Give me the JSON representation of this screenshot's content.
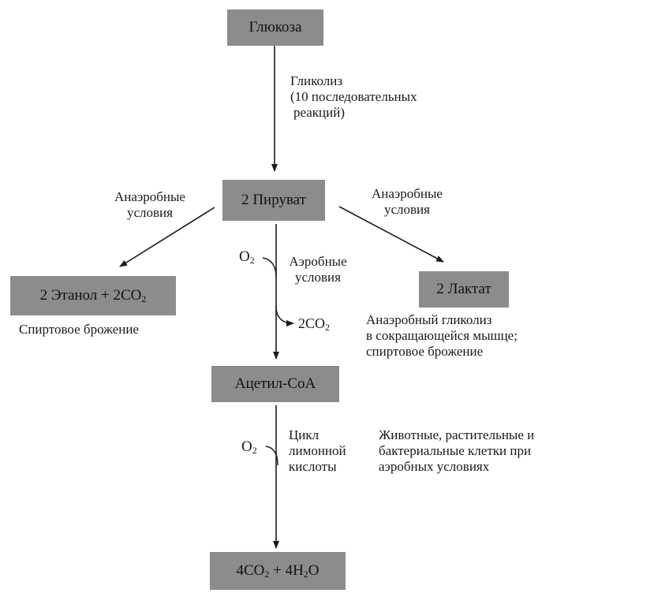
{
  "nodes": {
    "glucose": "Глюкоза",
    "pyruvate": "2 Пируват",
    "ethanol": "2 Этанол + 2CO",
    "ethanol_sub": "2",
    "lactate": "2 Лактат",
    "acetyl_coa": "Ацетил-CoA",
    "final_a": "4CO",
    "final_a_sub": "2",
    "final_b": " + 4H",
    "final_b_sub": "2",
    "final_c": "O"
  },
  "labels": {
    "glycolysis": [
      "Гликолиз",
      "(10 последовательных",
      "реакций)"
    ],
    "anaerobic_left": [
      "Анаэробные",
      "условия"
    ],
    "anaerobic_right": [
      "Анаэробные",
      "условия"
    ],
    "aerobic": [
      "Аэробные",
      "условия"
    ],
    "o2_top": "O",
    "o2_top_sub": "2",
    "co2_release": "2CO",
    "co2_release_sub": "2",
    "alcoholic_fermentation": "Спиртовое брожение",
    "lactate_note": [
      "Анаэробный гликолиз",
      "в сокращающейся мышце;",
      "спиртовое брожение"
    ],
    "citric_cycle": [
      "Цикл",
      "лимонной",
      "кислоты"
    ],
    "o2_bottom": "O",
    "o2_bottom_sub": "2",
    "aerobic_cells": [
      "Животные, растительные и",
      "бактериальные клетки при",
      "аэробных условиях"
    ]
  },
  "colors": {
    "box_fill": "#8c8c8c",
    "line": "#1a1a1a"
  }
}
